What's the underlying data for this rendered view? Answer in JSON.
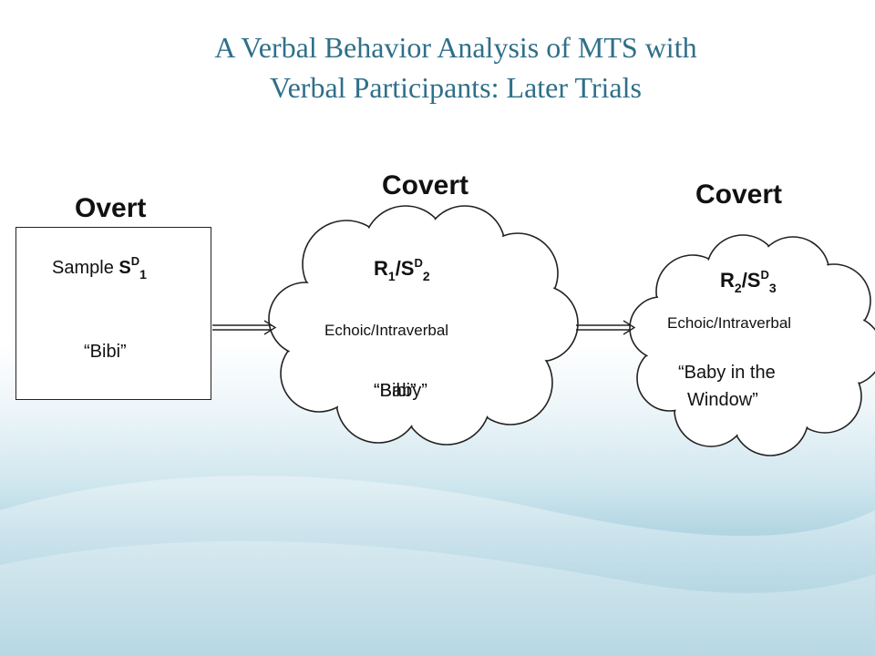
{
  "title": {
    "line1": "A Verbal Behavior Analysis of MTS with",
    "line2": "Verbal Participants: Later Trials"
  },
  "overt": {
    "heading": "Overt",
    "sample_word": "Sample",
    "s": "S",
    "d": "D",
    "sub": "1",
    "quote": "“Bibi”"
  },
  "covert1": {
    "heading": "Covert",
    "r": "R",
    "r_sub": "1",
    "slash_s": "/S",
    "d": "D",
    "s_sub": "2",
    "label": "Echoic/Intraverbal",
    "quote_a": "“Bibi”",
    "quote_b": "“Baby”"
  },
  "covert2": {
    "heading": "Covert",
    "r": "R",
    "r_sub": "2",
    "slash_s": "/S",
    "d": "D",
    "s_sub": "3",
    "label": "Echoic/Intraverbal",
    "quote_line1": "“Baby in the",
    "quote_line2": "Window”"
  },
  "colors": {
    "title": "#2f6f8a",
    "text": "#111111",
    "background_bottom": "#6fb0c6"
  }
}
